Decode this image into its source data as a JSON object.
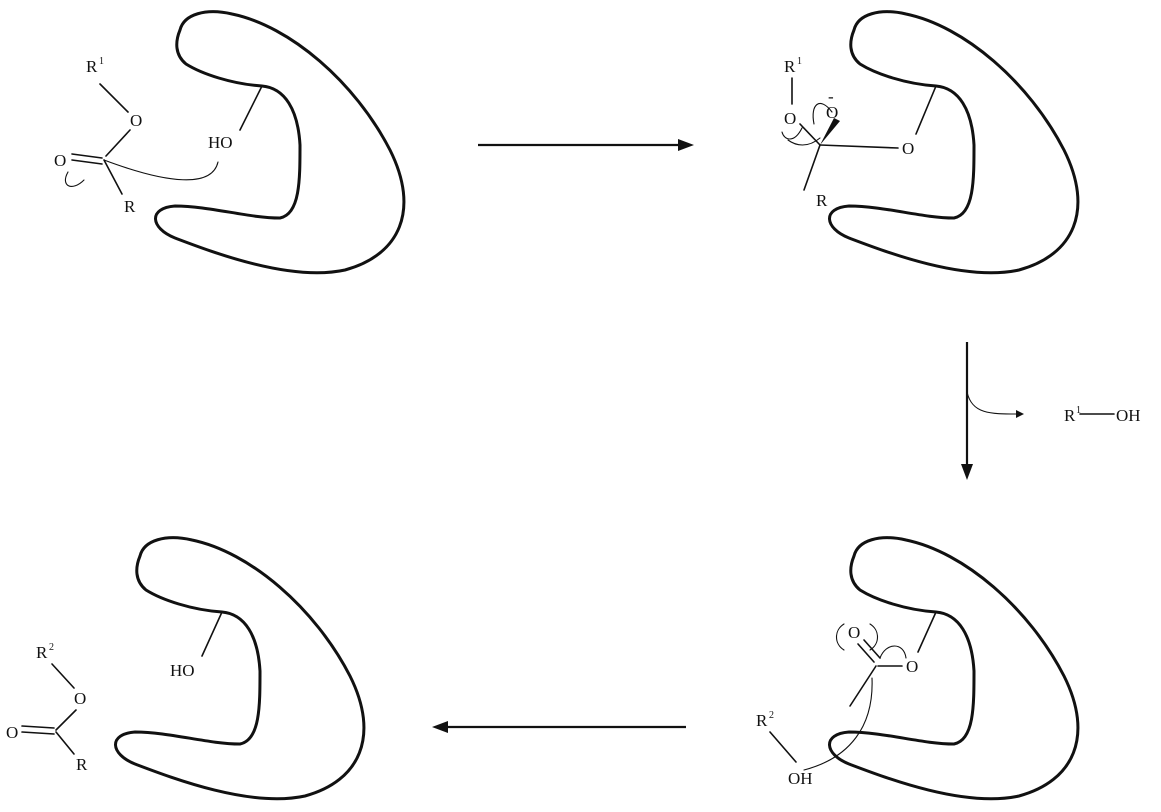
{
  "panel1": {
    "r_label": "R",
    "r_sup": "1",
    "o_ester": "O",
    "o_carbonyl": "O",
    "r_group": "R",
    "ho_label": "HO"
  },
  "panel2": {
    "r_label": "R",
    "r_sup": "1",
    "o_ester": "O",
    "o_minus": "O",
    "minus_sign": "-",
    "o_serine": "O",
    "r_group": "R"
  },
  "byproduct": {
    "r_label": "R",
    "r_sup": "1",
    "oh_label": "OH"
  },
  "panel3": {
    "o_carbonyl": "O",
    "o_serine": "O",
    "r_label": "R",
    "r_sup": "2",
    "oh_label": "OH"
  },
  "panel4": {
    "r_label": "R",
    "r_sup": "2",
    "o_ester": "O",
    "o_carbonyl": "O",
    "r_group": "R",
    "ho_label": "HO"
  }
}
